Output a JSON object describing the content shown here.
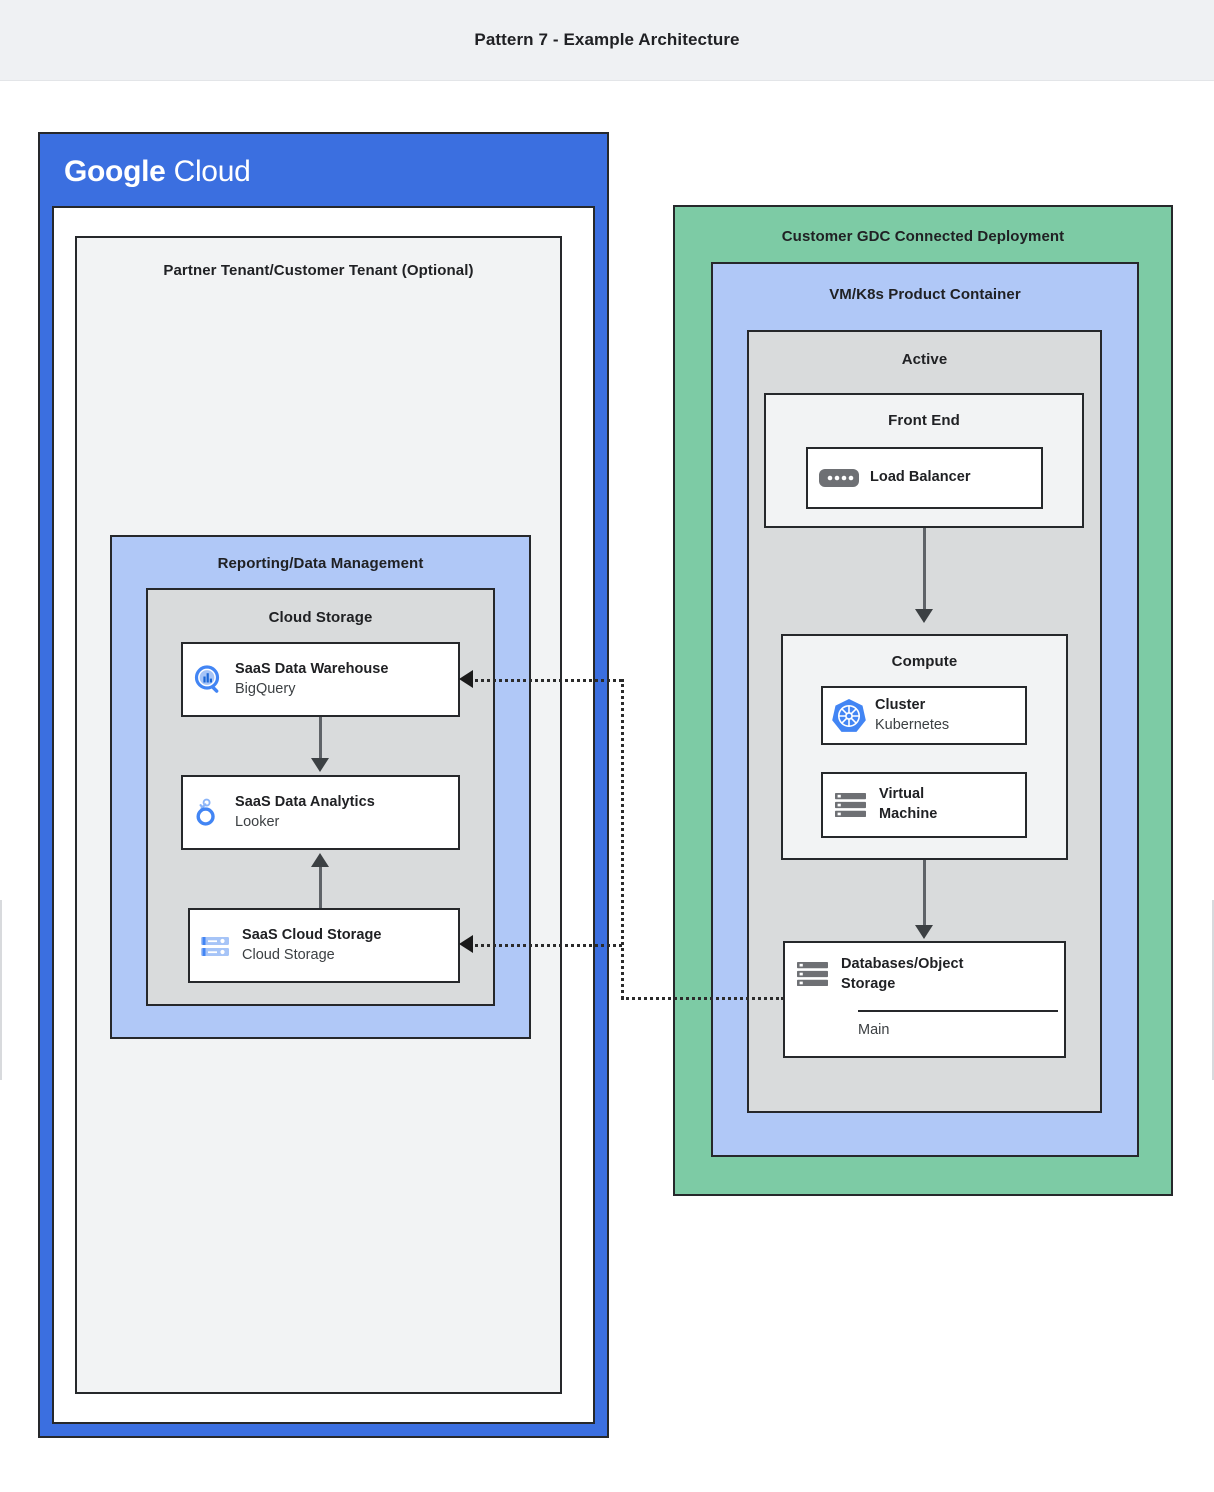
{
  "header": {
    "title": "Pattern 7 - Example Architecture"
  },
  "colors": {
    "google_blue": "#3b6fe0",
    "light_blue": "#b0c8f7",
    "green": "#7dcba5",
    "gray_fill": "#d9dbdc",
    "light_gray_fill": "#f2f3f4",
    "header_bg": "#eff1f3",
    "border": "#26282b",
    "icon_blue": "#4285f4",
    "icon_gray": "#6e7074"
  },
  "google_cloud": {
    "logo_bold": "Google",
    "logo_light": "Cloud",
    "partner_tenant": {
      "title": "Partner Tenant/Customer Tenant (Optional)"
    },
    "reporting": {
      "title": "Reporting/Data Management"
    },
    "cloud_storage_group": {
      "title": "Cloud Storage"
    },
    "cards": [
      {
        "title": "SaaS Data Warehouse",
        "subtitle": "BigQuery",
        "icon": "bigquery-icon"
      },
      {
        "title": "SaaS Data Analytics",
        "subtitle": "Looker",
        "icon": "looker-icon"
      },
      {
        "title": "SaaS Cloud Storage",
        "subtitle": "Cloud Storage",
        "icon": "cloud-storage-icon"
      }
    ]
  },
  "gdc": {
    "title": "Customer GDC Connected Deployment",
    "vm_k8s": {
      "title": "VM/K8s Product Container"
    },
    "active": {
      "title": "Active"
    },
    "front_end": {
      "title": "Front End",
      "card": {
        "title": "Load Balancer",
        "icon": "load-balancer-icon"
      }
    },
    "compute": {
      "title": "Compute",
      "cards": [
        {
          "title": "Cluster",
          "subtitle": "Kubernetes",
          "icon": "kubernetes-icon"
        },
        {
          "title": "Virtual",
          "subtitle2": "Machine",
          "icon": "virtual-machine-icon"
        }
      ]
    },
    "database": {
      "title_line1": "Databases/Object",
      "title_line2": "Storage",
      "detail": "Main",
      "icon": "server-stack-icon"
    }
  }
}
